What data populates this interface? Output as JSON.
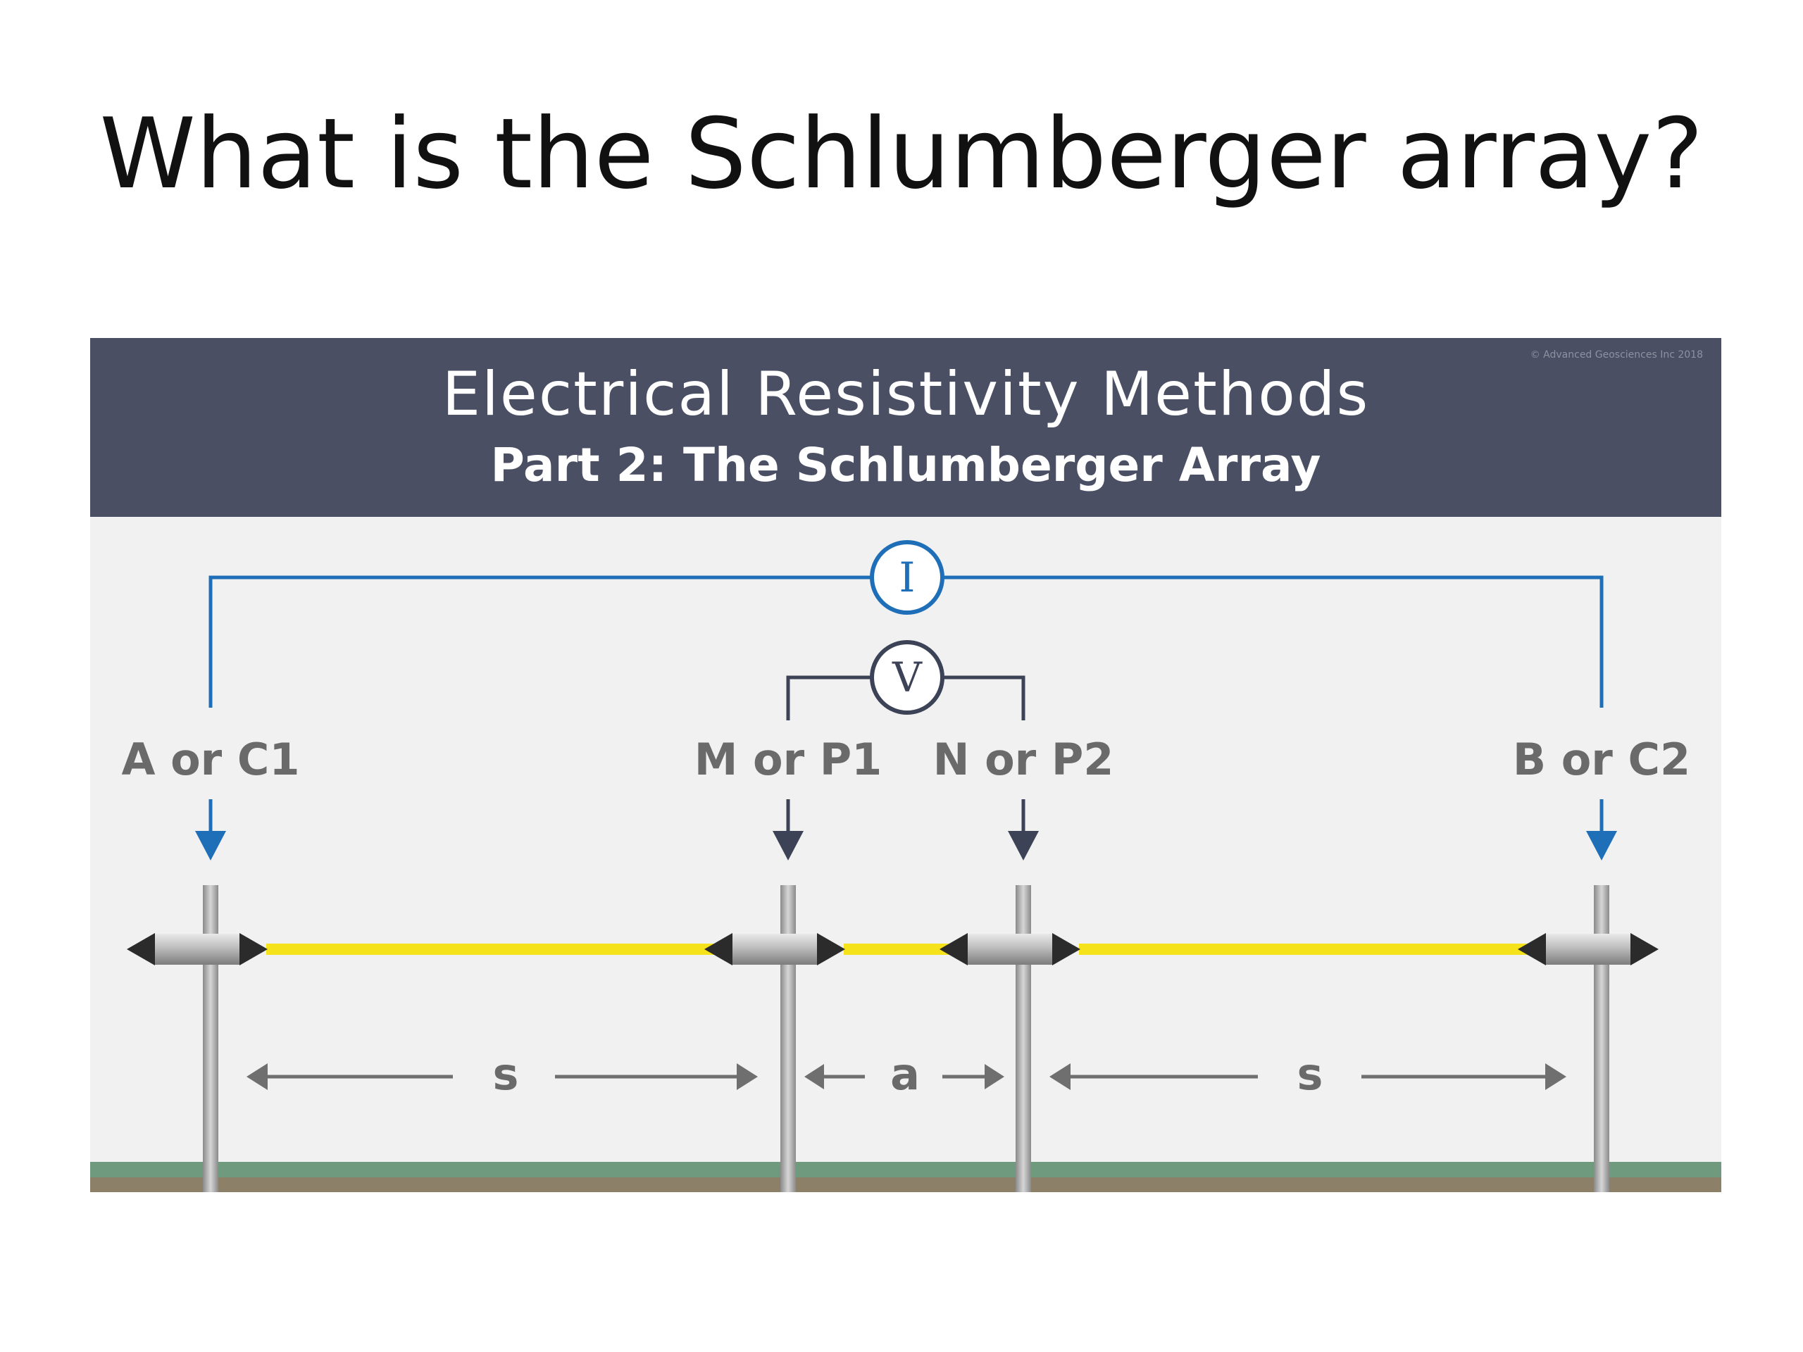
{
  "slide": {
    "title": "What is the Schlumberger array?"
  },
  "figure": {
    "banner": {
      "title": "Electrical Resistivity Methods",
      "subtitle": "Part 2: The Schlumberger Array",
      "copyright": "© Advanced Geosciences Inc 2018"
    },
    "current_meter": {
      "symbol": "I",
      "color": "#1f6fb8"
    },
    "voltage_meter": {
      "symbol": "V",
      "color": "#3d4356"
    },
    "electrodes": [
      {
        "label": "A or C1",
        "role": "current",
        "arrow_color": "#1f6fb8"
      },
      {
        "label": "M or P1",
        "role": "potential",
        "arrow_color": "#3d4356"
      },
      {
        "label": "N or P2",
        "role": "potential",
        "arrow_color": "#3d4356"
      },
      {
        "label": "B or C2",
        "role": "current",
        "arrow_color": "#1f6fb8"
      }
    ],
    "spacings": [
      {
        "label": "s"
      },
      {
        "label": "a"
      },
      {
        "label": "s"
      }
    ],
    "colors": {
      "banner": "#4a4f63",
      "cable": "#f5e21b",
      "ground_grass": "#6f9a7d",
      "ground_soil": "#8c8168"
    }
  }
}
